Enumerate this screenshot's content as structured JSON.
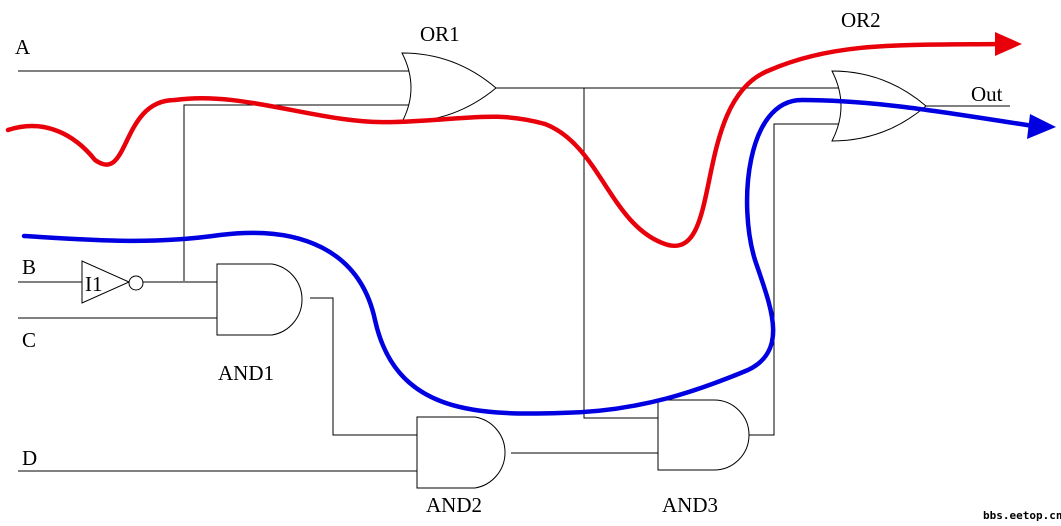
{
  "labels": {
    "input_a": "A",
    "input_b": "B",
    "input_c": "C",
    "input_d": "D",
    "inverter": "I1",
    "or1": "OR1",
    "or2": "OR2",
    "and1": "AND1",
    "and2": "AND2",
    "and3": "AND3",
    "output": "Out"
  },
  "watermark": "bbs.eetop.cn",
  "colors": {
    "red_path": "#e8000b",
    "blue_path": "#0000e0"
  }
}
